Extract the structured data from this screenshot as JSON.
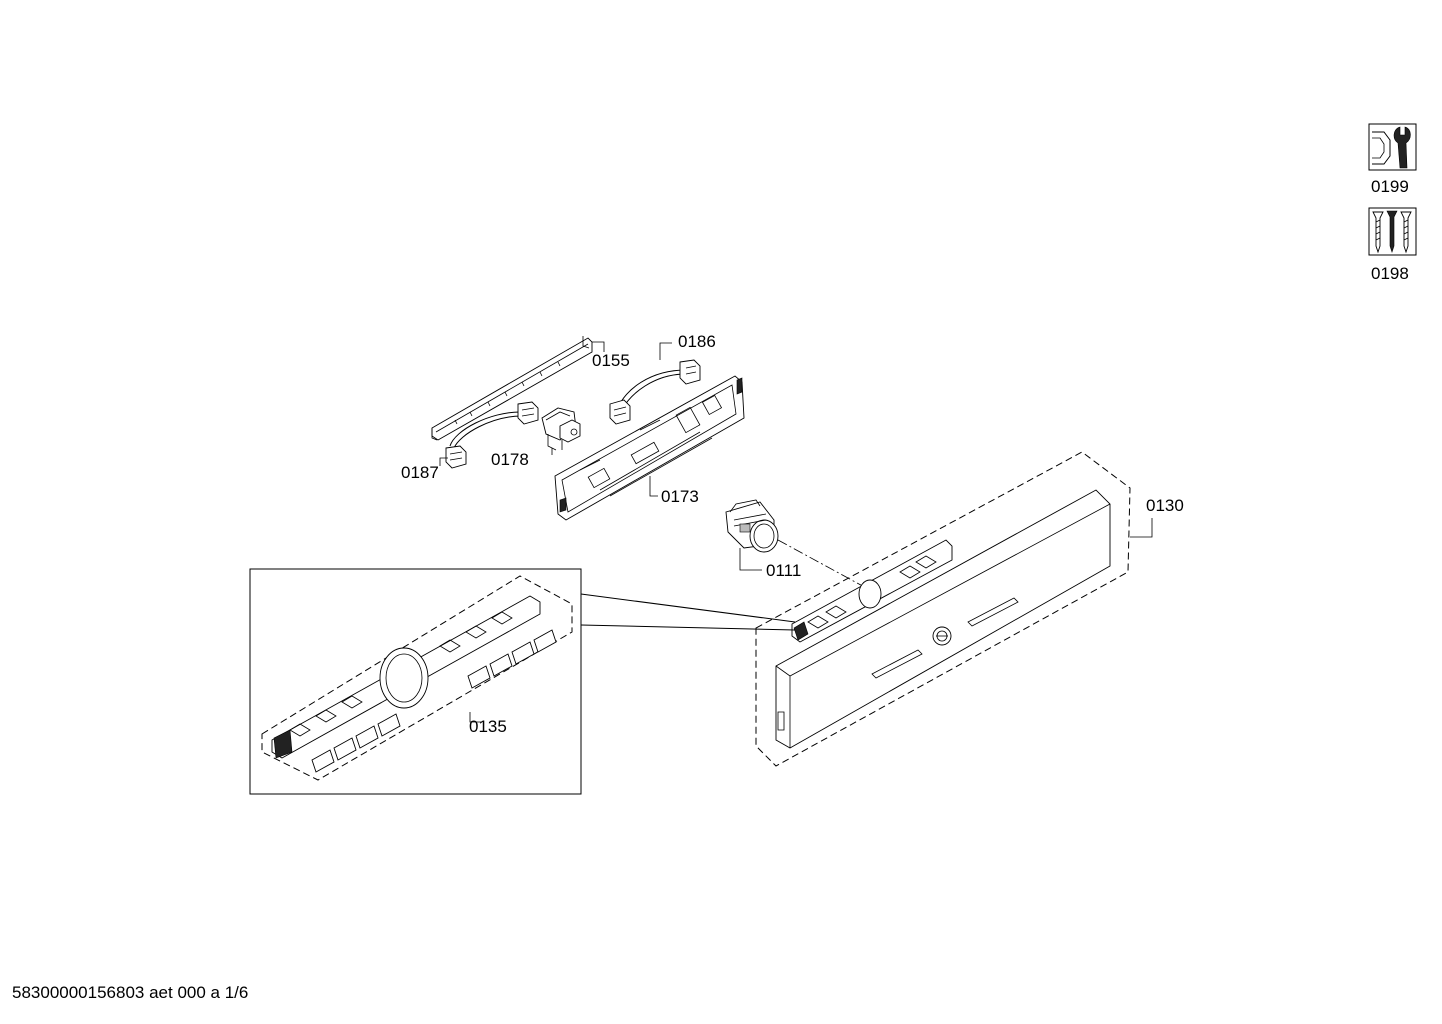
{
  "diagram": {
    "callouts": [
      {
        "id": "0199",
        "label": "0199"
      },
      {
        "id": "0198",
        "label": "0198"
      },
      {
        "id": "0186",
        "label": "0186"
      },
      {
        "id": "0155",
        "label": "0155"
      },
      {
        "id": "0187",
        "label": "0187"
      },
      {
        "id": "0178",
        "label": "0178"
      },
      {
        "id": "0173",
        "label": "0173"
      },
      {
        "id": "0130",
        "label": "0130"
      },
      {
        "id": "0111",
        "label": "0111"
      },
      {
        "id": "0135",
        "label": "0135"
      }
    ],
    "icons": {
      "tool": "wrench-nut-icon",
      "screws": "screws-icon"
    }
  },
  "footer": {
    "document_id": "58300000156803 aet 000 a 1/6"
  }
}
